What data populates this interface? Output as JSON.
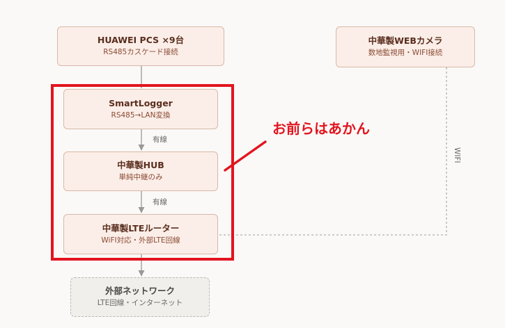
{
  "nodes": {
    "huawei": {
      "title": "HUAWEI PCS ×9台",
      "subtitle": "RS485カスケード接続"
    },
    "camera": {
      "title": "中華製WEBカメラ",
      "subtitle": "数地監視用・WIFI接続"
    },
    "smartlogger": {
      "title": "SmartLogger",
      "subtitle": "RS485→LAN変換"
    },
    "hub": {
      "title": "中華製HUB",
      "subtitle": "単純中継のみ"
    },
    "lte_router": {
      "title": "中華製LTEルーター",
      "subtitle": "WiFI対応・外部LTE回線"
    },
    "external_net": {
      "title": "外部ネットワーク",
      "subtitle": "LTE回線・インターネット"
    }
  },
  "edges": {
    "logger_to_hub": "有線",
    "hub_to_router": "有線",
    "camera_to_router": "WIFI"
  },
  "annotation": {
    "text": "お前らはあかん",
    "color": "#e3141e"
  },
  "colors": {
    "node_fill": "#fbeee8",
    "node_border": "#d9b8a8",
    "external_fill": "#f0efec",
    "highlight": "#e3141e"
  }
}
